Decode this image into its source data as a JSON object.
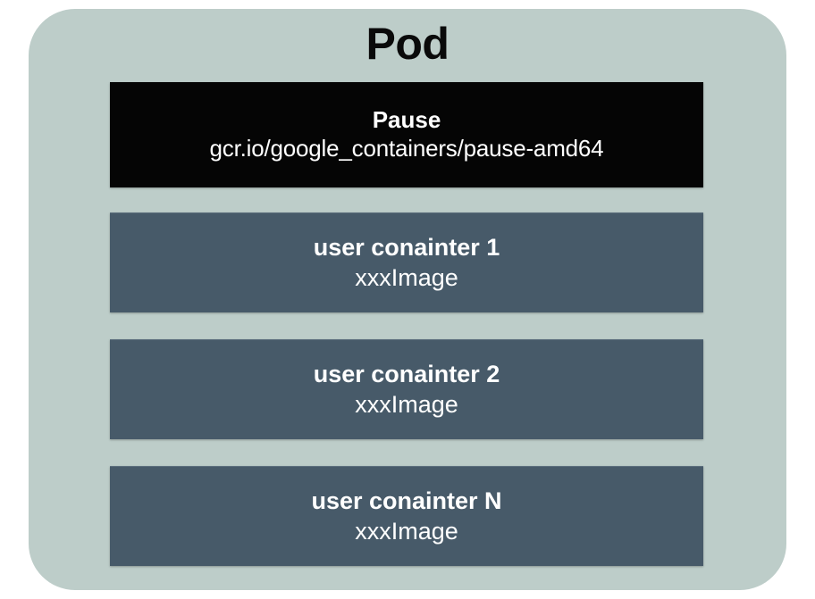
{
  "diagram": {
    "title": "Pod",
    "colors": {
      "pod_background": "#bdcdc9",
      "pause_container": "#050505",
      "user_container": "#475a69",
      "title_text": "#0a0a0a",
      "container_text": "#ffffff",
      "page_background": "#ffffff"
    },
    "containers": [
      {
        "name": "Pause",
        "image": "gcr.io/google_containers/pause-amd64",
        "kind": "pause"
      },
      {
        "name": "user conainter 1",
        "image": "xxxImage",
        "kind": "user"
      },
      {
        "name": "user conainter 2",
        "image": "xxxImage",
        "kind": "user"
      },
      {
        "name": "user conainter N",
        "image": "xxxImage",
        "kind": "user"
      }
    ]
  }
}
